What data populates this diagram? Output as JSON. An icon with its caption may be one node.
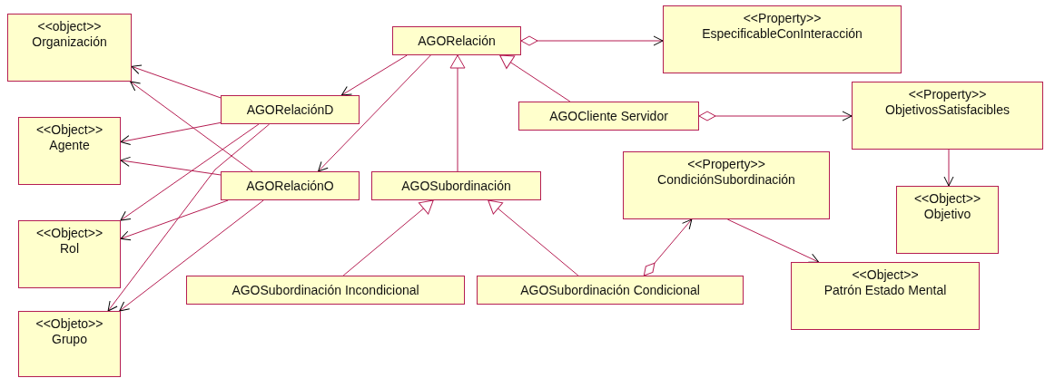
{
  "diagram": {
    "nodes": [
      {
        "text": [
          "<<object>>",
          "Organización"
        ]
      },
      {
        "text": [
          "<<Object>>",
          "Agente"
        ]
      },
      {
        "text": [
          "<<Object>>",
          "Rol"
        ]
      },
      {
        "text": [
          "<<Objeto>>",
          "Grupo"
        ]
      },
      {
        "text": [
          "AGORelación"
        ]
      },
      {
        "text": [
          "<<Property>>",
          "EspecificableConInteracción"
        ]
      },
      {
        "text": [
          "AGORelaciónD"
        ]
      },
      {
        "text": [
          "AGOCliente Servidor"
        ]
      },
      {
        "text": [
          "<<Property>>",
          "ObjetivosSatisfacibles"
        ]
      },
      {
        "text": [
          "AGORelaciónO"
        ]
      },
      {
        "text": [
          "AGOSubordinación"
        ]
      },
      {
        "text": [
          "<<Property>>",
          "CondiciónSubordinación"
        ]
      },
      {
        "text": [
          "<<Object>>",
          "Objetivo"
        ]
      },
      {
        "text": [
          "AGOSubordinación Incondicional"
        ]
      },
      {
        "text": [
          "AGOSubordinación Condicional"
        ]
      },
      {
        "text": [
          "<<Object>>",
          "Patrón Estado Mental"
        ]
      }
    ],
    "edges": [
      {
        "from": 4,
        "to": 5,
        "arrow": "to"
      },
      {
        "from": 7,
        "to": 4,
        "arrow": "to"
      },
      {
        "from": 10,
        "to": 4,
        "arrow": "to"
      },
      {
        "from": 4,
        "to": 6,
        "arrow": "to"
      },
      {
        "from": 4,
        "to": 9,
        "arrow": "to"
      },
      {
        "from": 6,
        "to": 0,
        "arrow": "to"
      },
      {
        "from": 9,
        "to": 0,
        "arrow": "to"
      },
      {
        "from": 6,
        "to": 1,
        "arrow": "to"
      },
      {
        "from": 9,
        "to": 1,
        "arrow": "to"
      },
      {
        "from": 6,
        "to": 2,
        "arrow": "to"
      },
      {
        "from": 9,
        "to": 2,
        "arrow": "to"
      },
      {
        "from": 6,
        "to": 3,
        "arrow": "to"
      },
      {
        "from": 9,
        "to": 3,
        "arrow": "to"
      },
      {
        "from": 13,
        "to": 10,
        "arrow": "to"
      },
      {
        "from": 14,
        "to": 10,
        "arrow": "to"
      },
      {
        "from": 14,
        "to": 11,
        "arrow": "to"
      },
      {
        "from": 7,
        "to": 8,
        "arrow": "to"
      },
      {
        "from": 8,
        "to": 12,
        "arrow": "to"
      },
      {
        "from": 11,
        "to": 15,
        "arrow": "to"
      }
    ]
  }
}
